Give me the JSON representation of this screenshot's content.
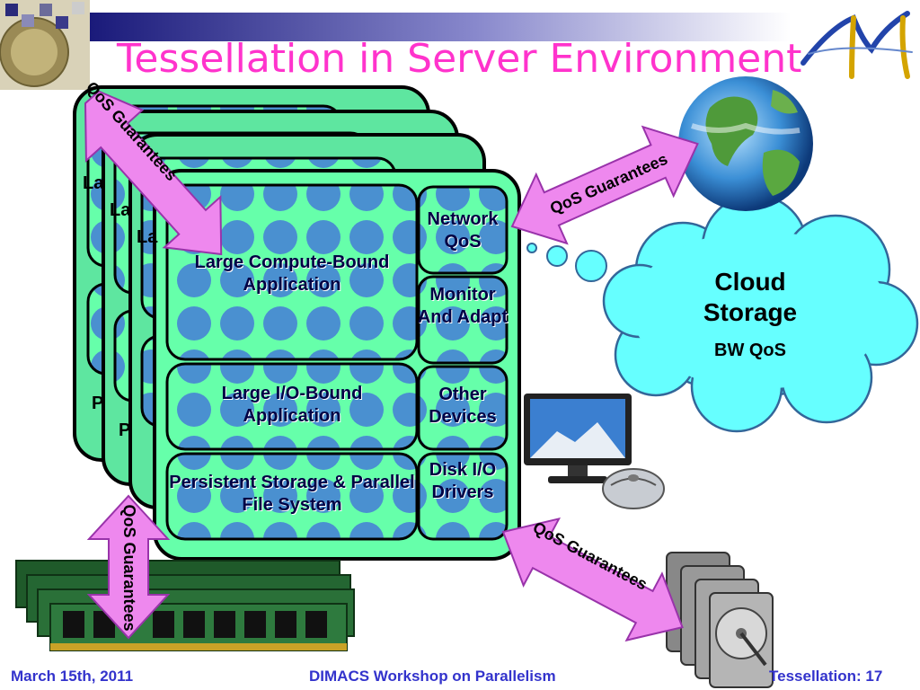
{
  "slide": {
    "title": "Tessellation in Server Environment",
    "footer": {
      "date": "March 15th, 2011",
      "event": "DIMACS Workshop on Parallelism",
      "page": "Tessellation: 17"
    }
  },
  "diagram": {
    "main_boxes": {
      "compute": "Large Compute-Bound Application",
      "io": "Large I/O-Bound Application",
      "storage": "Persistent Storage & Parallel File System"
    },
    "side_boxes": {
      "network": "Network QoS",
      "monitor": "Monitor And Adapt",
      "other": "Other Devices",
      "disk": "Disk I/O Drivers"
    },
    "cloud": {
      "title": "Cloud Storage",
      "subtitle": "BW QoS"
    },
    "arrows": {
      "top_left": "QoS Guarantees",
      "top_right": "QoS Guarantees",
      "bottom_left": "QoS Guarantees",
      "bottom_right": "QoS Guarantees"
    },
    "hidden_layer_fragments": [
      "La",
      "La",
      "La",
      "P",
      "P"
    ]
  },
  "colors": {
    "title": "#ff33cc",
    "footer": "#3333cc",
    "panel_fill": "#66ffaa",
    "dot": "#4a90d0",
    "cloud": "#66ffff",
    "arrow": "#ee88ee"
  },
  "icons": [
    "globe-icon",
    "monitor-icon",
    "mouse-icon",
    "hard-disk-icon",
    "memory-module-icon",
    "logo-icon"
  ]
}
